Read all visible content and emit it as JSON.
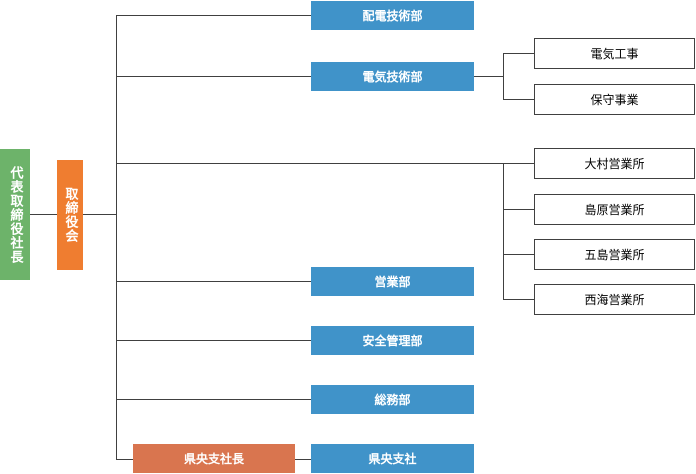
{
  "ceo": "代表取締役社長",
  "board": "取締役会",
  "departments": {
    "haiden": "配電技術部",
    "denki": "電気技術部",
    "eigyo": "営業部",
    "anzen": "安全管理部",
    "somu": "総務部",
    "kenou": "県央支社"
  },
  "kenou_manager": "県央支社長",
  "denki_units": [
    "電気工事",
    "保守事業"
  ],
  "sales_offices": [
    "大村営業所",
    "島原営業所",
    "五島営業所",
    "西海営業所"
  ],
  "colors": {
    "blue": "#4093c9",
    "green": "#6db36a",
    "orange": "#ef7d30",
    "salmon": "#d9754f",
    "line": "#404040"
  }
}
